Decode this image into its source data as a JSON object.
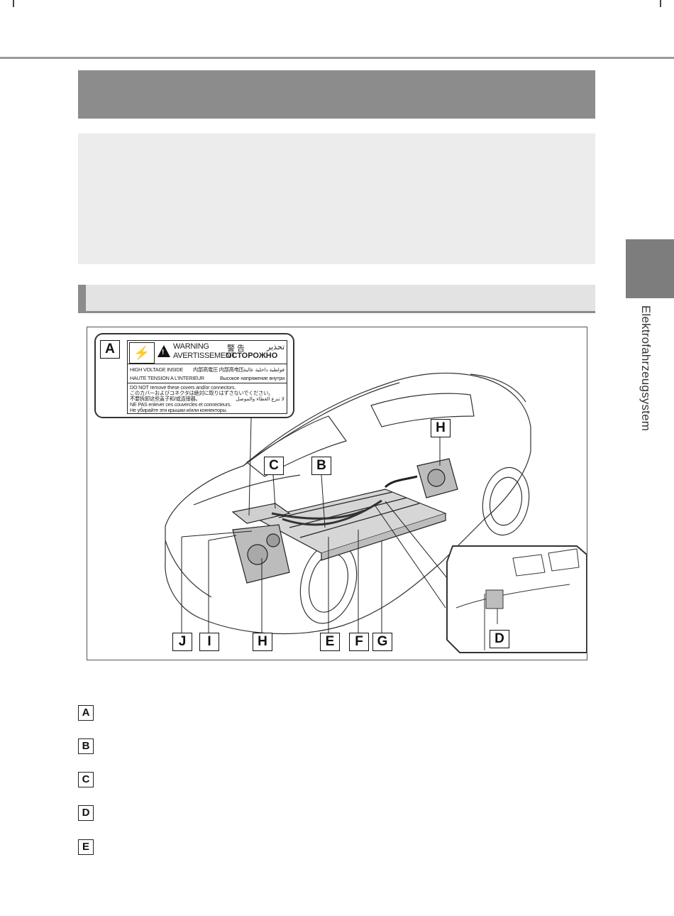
{
  "side_tab": {
    "label": "Elektrofahrzeugsystem"
  },
  "figure": {
    "warning_label": {
      "callout": "A",
      "bolt_glyph": "⚡",
      "warning_en": "WARNING",
      "warning_ja": "警 告",
      "warning_ar": "تحذير",
      "warning_fr": "AVERTISSEMENT",
      "warning_ru": "ОСТОРОЖНО",
      "hv_en": "HIGH VOLTAGE INSIDE",
      "hv_ja": "内部高電圧   内部高电压",
      "hv_ar": "فولطية داخلية عالية",
      "hv_fr": "HAUTE TENSION A L'INTERIEUR",
      "hv_ru": "Высокое напряжение внутри",
      "line_en": "DO NOT remove these covers and/or connectors.",
      "line_ja": "このカバーおよびコネクタは絶対に取りはずさないでください。",
      "line_zh": "不要拆卸这些盖子和/或连接器。",
      "line_ar": "لا تنزع الغطاء والموصل",
      "line_fr": "NE PAS enlever ces couvercles et connecteurs.",
      "line_ru": "Не убирайте эти крышки и/или коннекторы."
    },
    "callouts": {
      "A": "A",
      "B": "B",
      "C": "C",
      "D": "D",
      "E": "E",
      "F": "F",
      "G": "G",
      "H_rear": "H",
      "H_front": "H",
      "I": "I",
      "J": "J"
    }
  },
  "legend": [
    {
      "key": "A"
    },
    {
      "key": "B"
    },
    {
      "key": "C"
    },
    {
      "key": "D"
    },
    {
      "key": "E"
    }
  ],
  "colors": {
    "title_band": "#8c8c8c",
    "info_box": "#ececec",
    "section_bar": "#e3e3e3",
    "side_tab": "#7d7d7d"
  }
}
